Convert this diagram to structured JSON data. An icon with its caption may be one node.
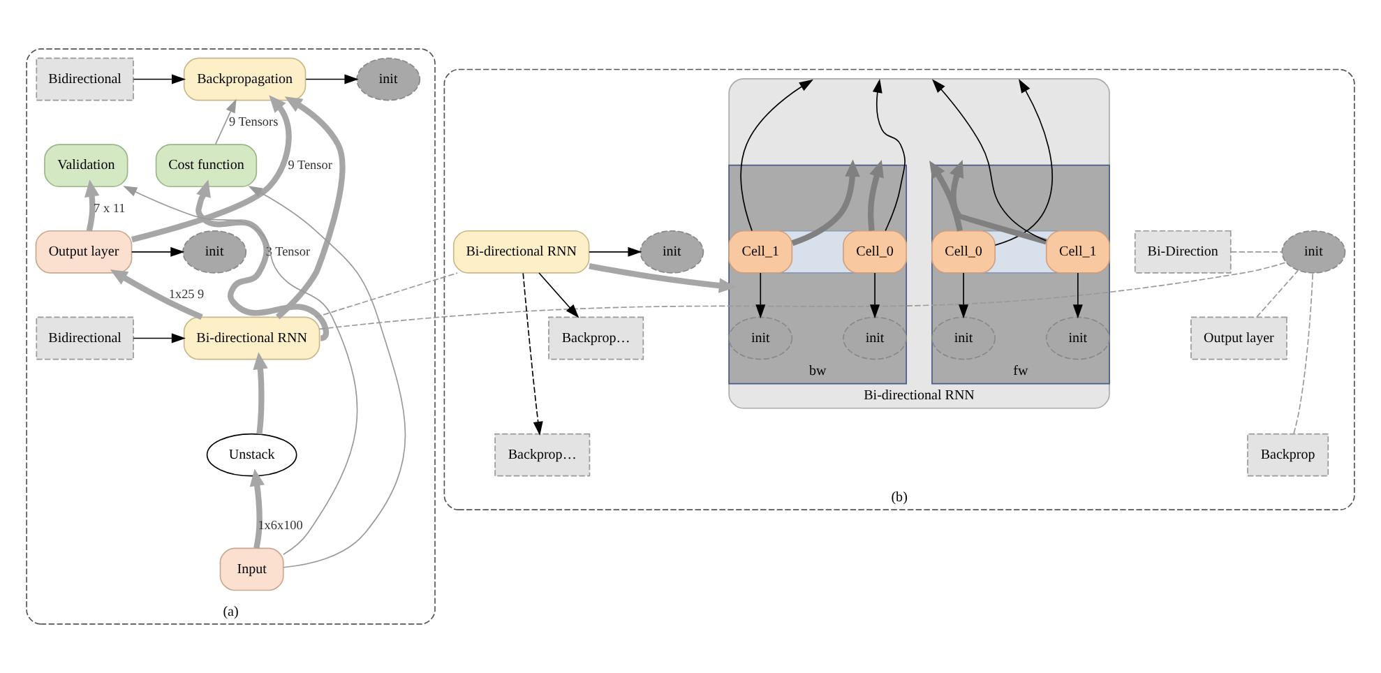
{
  "diagram": {
    "nodes": [
      {
        "text": [
          "(a)"
        ]
      },
      {
        "text": [
          "Backpropagation"
        ],
        "in": 0
      },
      {
        "text": [
          "Bidirectional"
        ],
        "in": 0
      },
      {
        "text": [
          "init"
        ],
        "in": 0
      },
      {
        "text": [
          "Validation"
        ],
        "in": 0
      },
      {
        "text": [
          "Cost function"
        ],
        "in": 0
      },
      {
        "text": [
          "Output layer"
        ],
        "in": 0
      },
      {
        "text": [
          "init"
        ],
        "in": 0
      },
      {
        "text": [
          "Bi-directional RNN"
        ],
        "in": 0
      },
      {
        "text": [
          "Bidirectional"
        ],
        "in": 0
      },
      {
        "text": [
          "Unstack"
        ],
        "in": 0
      },
      {
        "text": [
          "Input"
        ],
        "in": 0
      },
      {
        "text": [
          "(b)"
        ]
      },
      {
        "text": [
          "Bi-Direction"
        ],
        "in": 12
      },
      {
        "text": [
          "Output layer"
        ],
        "in": 12
      },
      {
        "text": [
          "Backprop"
        ],
        "in": 12
      },
      {
        "text": [
          "init"
        ],
        "in": 12
      },
      {
        "text": [
          "Bi-directional RNN"
        ],
        "in": 12
      },
      {
        "text": [
          "init"
        ],
        "in": 12
      },
      {
        "text": [
          "Backprop…"
        ],
        "in": 12
      },
      {
        "text": [
          "Backprop…"
        ],
        "in": 12
      },
      {
        "text": [
          "Bi-directional RNN"
        ],
        "in": 12
      },
      {
        "text": [
          "fw"
        ],
        "in": 21
      },
      {
        "text": [],
        "shape": "box",
        "in": 22
      },
      {
        "text": [
          "Cell_0"
        ],
        "in": 23
      },
      {
        "text": [
          "Cell_1"
        ],
        "in": 23
      },
      {
        "text": [
          "init"
        ],
        "in": 22
      },
      {
        "text": [
          "init"
        ],
        "in": 22
      },
      {
        "text": [
          "bw"
        ],
        "in": 21
      },
      {
        "text": [],
        "shape": "box",
        "in": 28
      },
      {
        "text": [
          "Cell_0"
        ],
        "in": 29
      },
      {
        "text": [
          "Cell_1"
        ],
        "in": 29
      },
      {
        "text": [
          "init"
        ],
        "in": 28
      },
      {
        "text": [
          "init"
        ],
        "in": 28
      }
    ],
    "edges": [
      {
        "from": 2,
        "to": 1,
        "arrow": "to"
      },
      {
        "from": 1,
        "to": 3,
        "arrow": "to"
      },
      {
        "from": 5,
        "to": 1,
        "arrow": "to",
        "label": "9 Tensors",
        "color": "#999999"
      },
      {
        "from": 6,
        "to": 1,
        "arrow": "to",
        "label": "9 Tensor",
        "style": "thick",
        "color": "#a6a6a6"
      },
      {
        "from": 8,
        "to": 1,
        "arrow": "to",
        "style": "thick",
        "color": "#a6a6a6"
      },
      {
        "from": 6,
        "to": 4,
        "arrow": "to",
        "label": "7 x 11",
        "style": "thick",
        "color": "#a6a6a6"
      },
      {
        "from": 6,
        "to": 7,
        "arrow": "to"
      },
      {
        "from": 8,
        "to": 6,
        "arrow": "to",
        "label": "1x25 9",
        "style": "thick",
        "color": "#a6a6a6"
      },
      {
        "from": 8,
        "to": 5,
        "arrow": "to",
        "label": "3 Tensor",
        "style": "thick",
        "color": "#a6a6a6"
      },
      {
        "from": 9,
        "to": 8,
        "arrow": "to"
      },
      {
        "from": 10,
        "to": 8,
        "arrow": "to",
        "style": "thick",
        "color": "#a6a6a6"
      },
      {
        "from": 11,
        "to": 10,
        "arrow": "to",
        "label": "1x6x100",
        "style": "thick",
        "color": "#a6a6a6"
      },
      {
        "from": 11,
        "to": 4,
        "arrow": "to",
        "color": "#999999"
      },
      {
        "from": 11,
        "to": 5,
        "arrow": "to",
        "color": "#999999"
      },
      {
        "from": 8,
        "to": 16,
        "arrow": "none",
        "style": "dashed",
        "color": "#999999"
      },
      {
        "from": 8,
        "to": 17,
        "arrow": "none",
        "style": "dashed",
        "color": "#999999"
      },
      {
        "from": 13,
        "to": 16,
        "arrow": "none",
        "style": "dashed",
        "color": "#999999"
      },
      {
        "from": 14,
        "to": 16,
        "arrow": "none",
        "style": "dashed",
        "color": "#999999"
      },
      {
        "from": 15,
        "to": 16,
        "arrow": "none",
        "style": "dashed",
        "color": "#999999"
      },
      {
        "from": 17,
        "to": 18,
        "arrow": "to"
      },
      {
        "from": 17,
        "to": 19,
        "arrow": "to"
      },
      {
        "from": 17,
        "to": 20,
        "arrow": "to",
        "style": "dashed"
      },
      {
        "from": 17,
        "to": 21,
        "arrow": "to",
        "style": "thick",
        "color": "#a6a6a6"
      },
      {
        "from": 24,
        "to": 22,
        "arrow": "to",
        "style": "thick",
        "color": "#808080"
      },
      {
        "from": 25,
        "to": 22,
        "arrow": "to",
        "style": "thick",
        "color": "#808080"
      },
      {
        "from": 30,
        "to": 28,
        "arrow": "to",
        "style": "thick",
        "color": "#808080"
      },
      {
        "from": 31,
        "to": 28,
        "arrow": "to",
        "style": "thick",
        "color": "#808080"
      },
      {
        "from": 24,
        "to": 21,
        "arrow": "to"
      },
      {
        "from": 25,
        "to": 21,
        "arrow": "to"
      },
      {
        "from": 30,
        "to": 21,
        "arrow": "to"
      },
      {
        "from": 31,
        "to": 21,
        "arrow": "to"
      },
      {
        "from": 24,
        "to": 26,
        "arrow": "to"
      },
      {
        "from": 25,
        "to": 27,
        "arrow": "to"
      },
      {
        "from": 30,
        "to": 32,
        "arrow": "to"
      },
      {
        "from": 31,
        "to": 33,
        "arrow": "to"
      }
    ]
  }
}
